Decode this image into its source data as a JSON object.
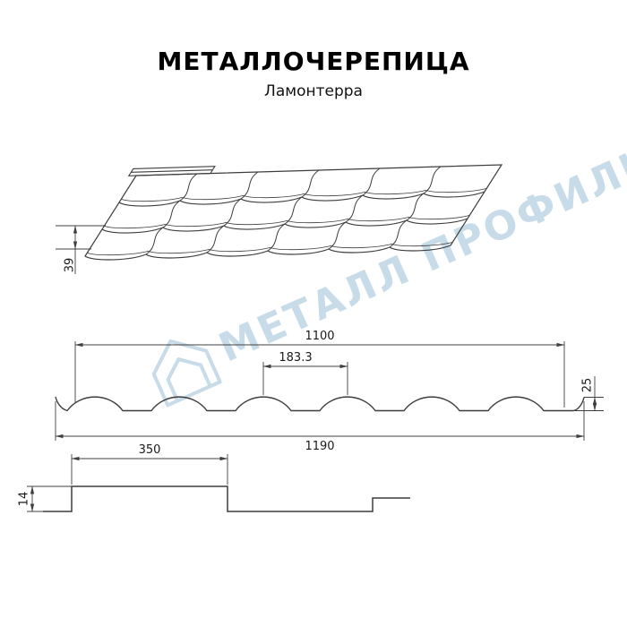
{
  "title": "МЕТАЛЛОЧЕРЕПИЦА",
  "subtitle": "Ламонтерра",
  "watermark": {
    "text": "МЕТАЛЛ ПРОФИЛЬ",
    "color": "#b5d0e2"
  },
  "drawing": {
    "line_color": "#3d3d3d",
    "perspective": {
      "height": "39"
    },
    "cross_section": {
      "cover_width": "1100",
      "wave_pitch": "183.3",
      "profile_height": "25",
      "full_width": "1190"
    },
    "longitudinal": {
      "module_length": "350",
      "step_height": "14"
    }
  }
}
